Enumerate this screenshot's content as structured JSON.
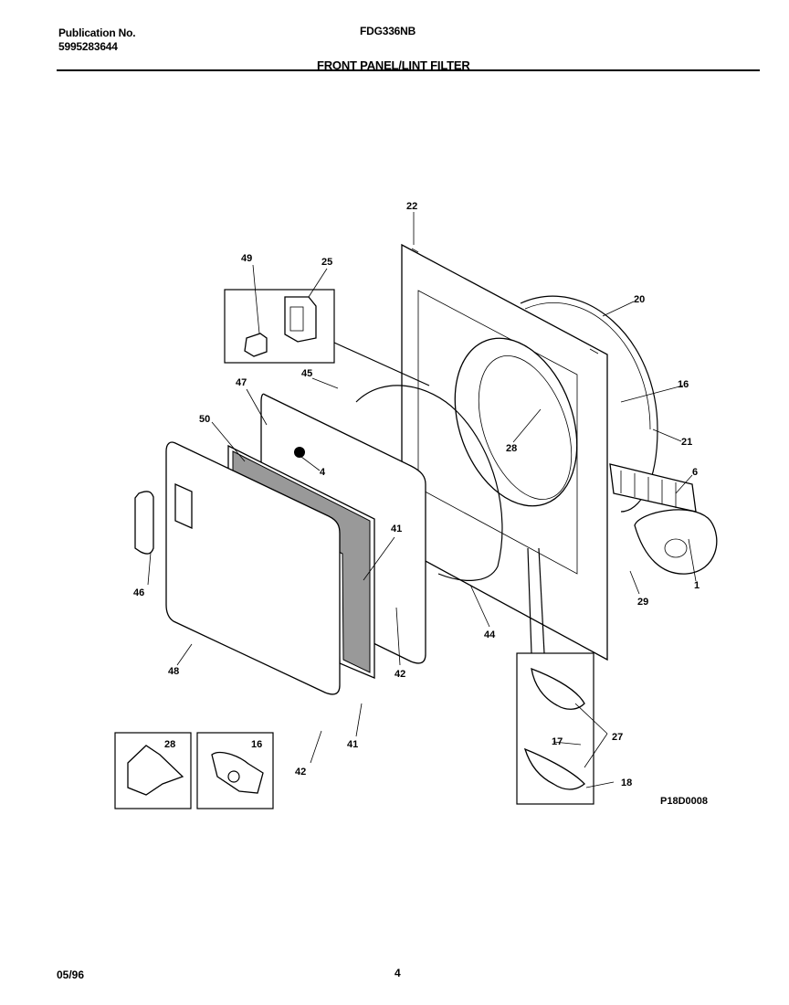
{
  "header": {
    "publication_label": "Publication No.",
    "publication_number": "5995283644",
    "model": "FDG336NB",
    "section_title": "FRONT PANEL/LINT FILTER"
  },
  "footer": {
    "date": "05/96",
    "page_number": "4"
  },
  "diagram": {
    "drawing_code": "P18D0008",
    "part_labels": [
      "22",
      "49",
      "25",
      "20",
      "45",
      "47",
      "16",
      "50",
      "4",
      "28",
      "21",
      "6",
      "41",
      "46",
      "1",
      "29",
      "44",
      "42",
      "48",
      "27",
      "28",
      "16",
      "41",
      "17",
      "42",
      "18"
    ]
  }
}
